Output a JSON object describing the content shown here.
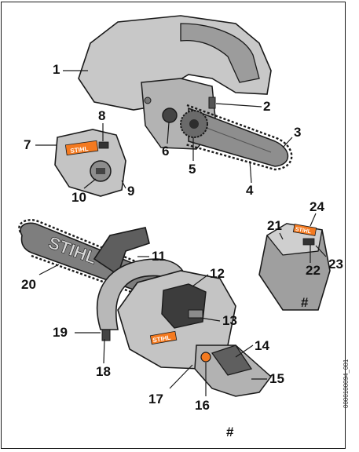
{
  "callouts": {
    "c1": "1",
    "c2": "2",
    "c3": "3",
    "c4": "4",
    "c5": "5",
    "c6": "6",
    "c7": "7",
    "c8": "8",
    "c9": "9",
    "c10": "10",
    "c11": "11",
    "c12": "12",
    "c13": "13",
    "c14": "14",
    "c15": "15",
    "c16": "16",
    "c17": "17",
    "c18": "18",
    "c19": "19",
    "c20": "20",
    "c21": "21",
    "c22": "22",
    "c23": "23",
    "c24": "24",
    "hash_battery": "#",
    "hash_saw": "#"
  },
  "brand": {
    "bar_logo": "STIHL",
    "cover_logo": "STIHL",
    "battery_logo": "STIHL",
    "motor_logo": "STIHL"
  },
  "figure_code": "0000100094_001",
  "colors": {
    "brand_orange": "#f47a20",
    "housing_grey": "#b9b9b9",
    "handle_dark": "#6a6a6a",
    "outline": "#1a1a1a"
  }
}
